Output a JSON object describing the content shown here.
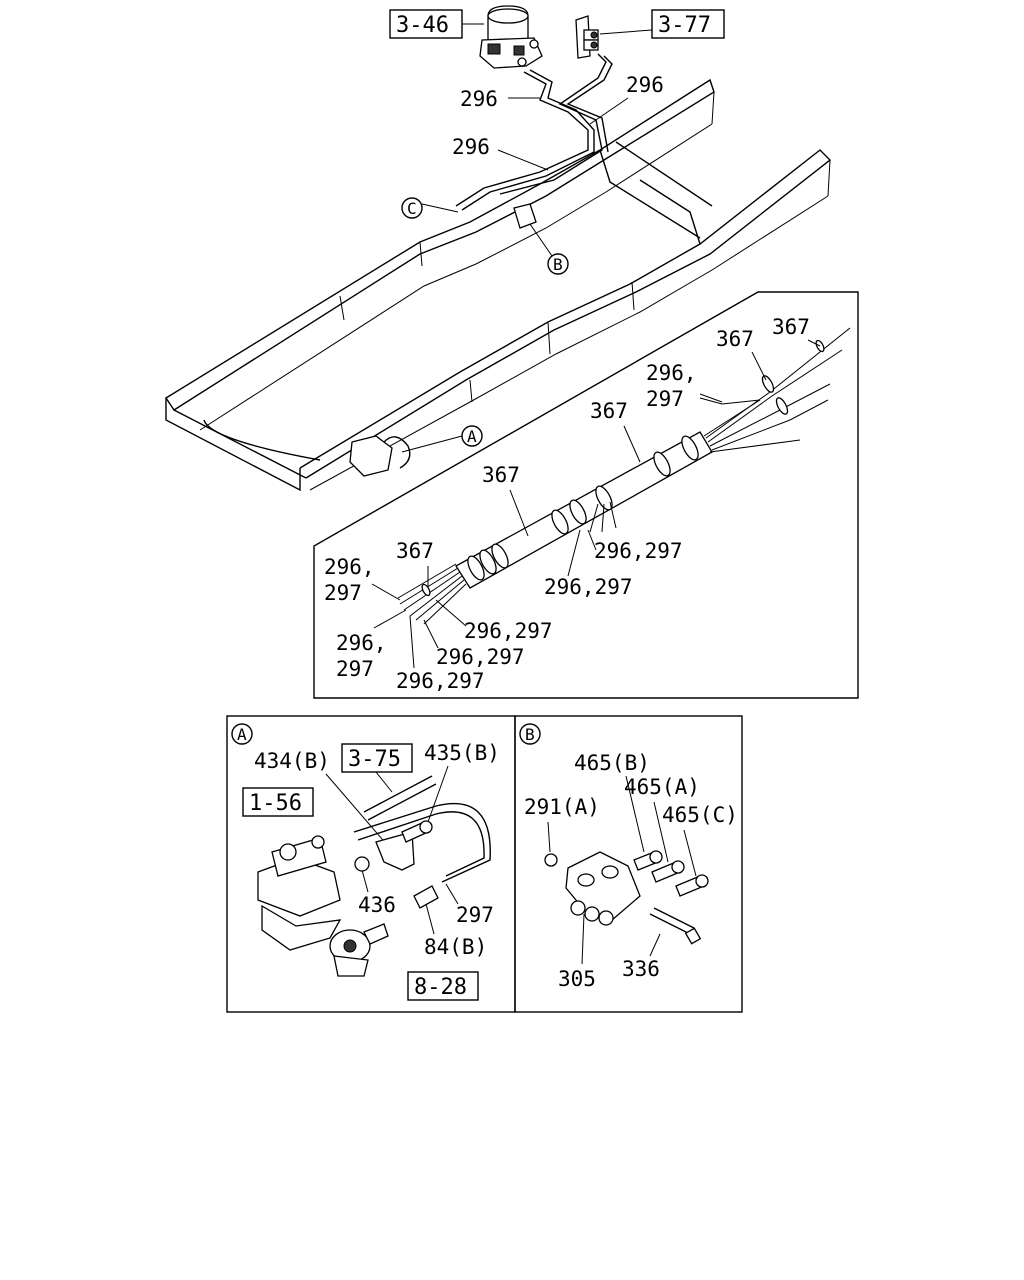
{
  "references": {
    "r346": "3-46",
    "r377": "3-77",
    "r375": "3-75",
    "r156": "1-56",
    "r828": "8-28"
  },
  "callouts": {
    "a": "A",
    "b": "B",
    "c": "C"
  },
  "main_labels": {
    "l296_left": "296",
    "l296_right": "296",
    "l296_mid": "296",
    "d367_top_right": "367",
    "d367_upper": "367",
    "d296_upper": "296,",
    "d297_upper": "297",
    "d367_mid": "367",
    "d367_left": "367",
    "d367_small": "367",
    "d296_297_a": "296,297",
    "d296_297_b": "296,297",
    "d296_left": "296,",
    "d297_left": "297",
    "d296_297_c": "296,297",
    "d296_lower": "296,",
    "d297_lower": "297",
    "d296_297_d": "296,297",
    "d296_297_e": "296,297"
  },
  "panel_a": {
    "p434": "434(B)",
    "p435": "435(B)",
    "p436": "436",
    "p297": "297",
    "p84": "84(B)"
  },
  "panel_b": {
    "p465b": "465(B)",
    "p465a": "465(A)",
    "p465c": "465(C)",
    "p291": "291(A)",
    "p305": "305",
    "p336": "336"
  }
}
